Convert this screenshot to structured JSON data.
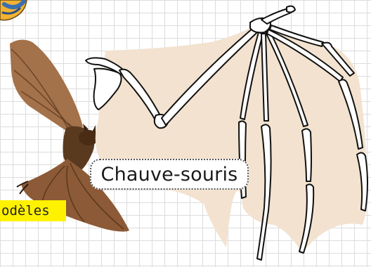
{
  "labels": {
    "animal_name": "Chauve-souris",
    "tag_fragment": "odèles"
  },
  "colors": {
    "grid_line": "#dcdcdc",
    "wing_membrane": "#f2e2cf",
    "bone_outline": "#111111",
    "highlighter": "#fff200",
    "bat_fur": "#5a3a1e",
    "bat_wing": "#a3714a"
  },
  "icons": {
    "corner": "decorative-sticker",
    "photo": "bat-photo",
    "drawing": "bat-wing-skeleton"
  }
}
